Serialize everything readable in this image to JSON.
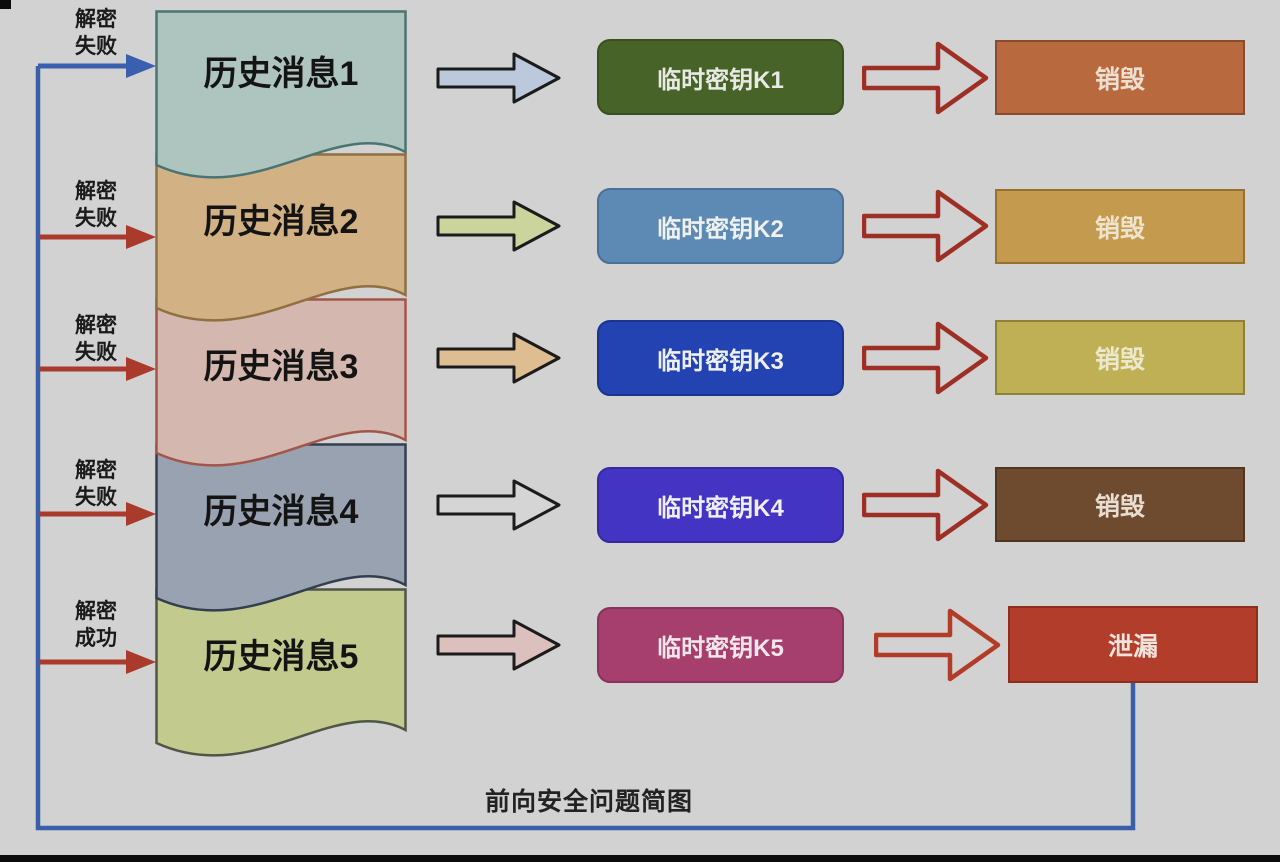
{
  "background": "#d2d2d2",
  "caption": "前向安全问题简图",
  "loop_color": "#3a5fa8",
  "rows": [
    {
      "side_label_top": "解密",
      "side_label_bottom": "失败",
      "side_arrow_color": "#3a5fae",
      "message": {
        "text": "历史消息1",
        "fill": "#aec5bf",
        "stroke": "#4a7473"
      },
      "flow_arrow": {
        "fill": "#bcc9dc"
      },
      "key": {
        "text": "临时密钥K1",
        "fill": "#486327",
        "stroke": "#39511e",
        "text_color": "#e9e9e6"
      },
      "result_arrow": {
        "stroke": "#9d2f24"
      },
      "result": {
        "text": "销毁",
        "fill": "#b86a3e",
        "stroke": "#8a4a2e",
        "text_color": "#ecdfd0"
      }
    },
    {
      "side_label_top": "解密",
      "side_label_bottom": "失败",
      "side_arrow_color": "#a93a2c",
      "message": {
        "text": "历史消息2",
        "fill": "#d2b284",
        "stroke": "#906f41"
      },
      "flow_arrow": {
        "fill": "#cbd49d"
      },
      "key": {
        "text": "临时密钥K2",
        "fill": "#5d8ab5",
        "stroke": "#4a7097",
        "text_color": "#f0f0ee"
      },
      "result_arrow": {
        "stroke": "#9d2f24"
      },
      "result": {
        "text": "销毁",
        "fill": "#c49a4e",
        "stroke": "#97712f",
        "text_color": "#eee3cc"
      }
    },
    {
      "side_label_top": "解密",
      "side_label_bottom": "失败",
      "side_arrow_color": "#a93a2c",
      "message": {
        "text": "历史消息3",
        "fill": "#d4b8af",
        "stroke": "#a3554a"
      },
      "flow_arrow": {
        "fill": "#dfbd92"
      },
      "key": {
        "text": "临时密钥K3",
        "fill": "#2343b2",
        "stroke": "#1b348f",
        "text_color": "#eef0f2"
      },
      "result_arrow": {
        "stroke": "#9d2f24"
      },
      "result": {
        "text": "销毁",
        "fill": "#c0b055",
        "stroke": "#8f8136",
        "text_color": "#ece8cd"
      }
    },
    {
      "side_label_top": "解密",
      "side_label_bottom": "失败",
      "side_arrow_color": "#a93a2c",
      "message": {
        "text": "历史消息4",
        "fill": "#98a2b0",
        "stroke": "#333f51"
      },
      "flow_arrow": {
        "fill": "#d5d5d5"
      },
      "key": {
        "text": "临时密钥K4",
        "fill": "#4434c4",
        "stroke": "#3628a0",
        "text_color": "#efeff5"
      },
      "result_arrow": {
        "stroke": "#9d2f24"
      },
      "result": {
        "text": "销毁",
        "fill": "#6e4a2e",
        "stroke": "#503521",
        "text_color": "#e9ddd2"
      }
    },
    {
      "side_label_top": "解密",
      "side_label_bottom": "成功",
      "side_arrow_color": "#a93a2c",
      "message": {
        "text": "历史消息5",
        "fill": "#c2ca8e",
        "stroke": "#4f5547"
      },
      "flow_arrow": {
        "fill": "#dcc0bd"
      },
      "key": {
        "text": "临时密钥K5",
        "fill": "#a63f6e",
        "stroke": "#87335a",
        "text_color": "#f2e7ec"
      },
      "result_arrow": {
        "stroke": "#b23c27"
      },
      "result": {
        "text": "泄漏",
        "fill": "#b13d2a",
        "stroke": "#8d2e1e",
        "text_color": "#f3e3dd"
      }
    }
  ]
}
